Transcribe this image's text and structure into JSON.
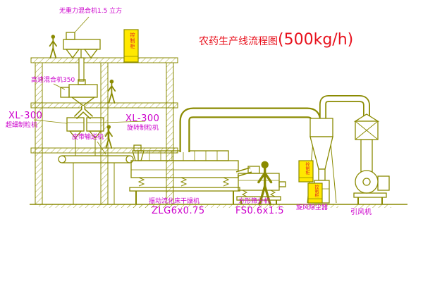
{
  "drawing": {
    "title": {
      "text": "农药生产线流程图",
      "capacity": "(500kg/h)"
    },
    "equipment_labels": {
      "gravity_mixer": "无重力混合机1.5 立方",
      "high_speed_mixer": "高速混合机350",
      "granulator_left_model": "XL-300",
      "granulator_left_name": "超细制粒机",
      "granulator_right_model": "XL-300",
      "granulator_right_name": "旋转制粒机",
      "belt_conveyor": "皮带输送机",
      "dryer_name": "振动流化床干燥机",
      "dryer_model": "ZLG6x0.75",
      "sifter_name": "方形筛分机",
      "sifter_model": "FS0.6x1.5",
      "cyclone": "旋风除尘器",
      "fan": "引风机",
      "cabinet": "控制柜"
    },
    "colors": {
      "linework": "#8a8a00",
      "labels": "#cc00cc",
      "title": "#e8101c",
      "cabinet_fill": "#ffe800",
      "cabinet_text": "#e02020",
      "background": "#ffffff"
    }
  }
}
